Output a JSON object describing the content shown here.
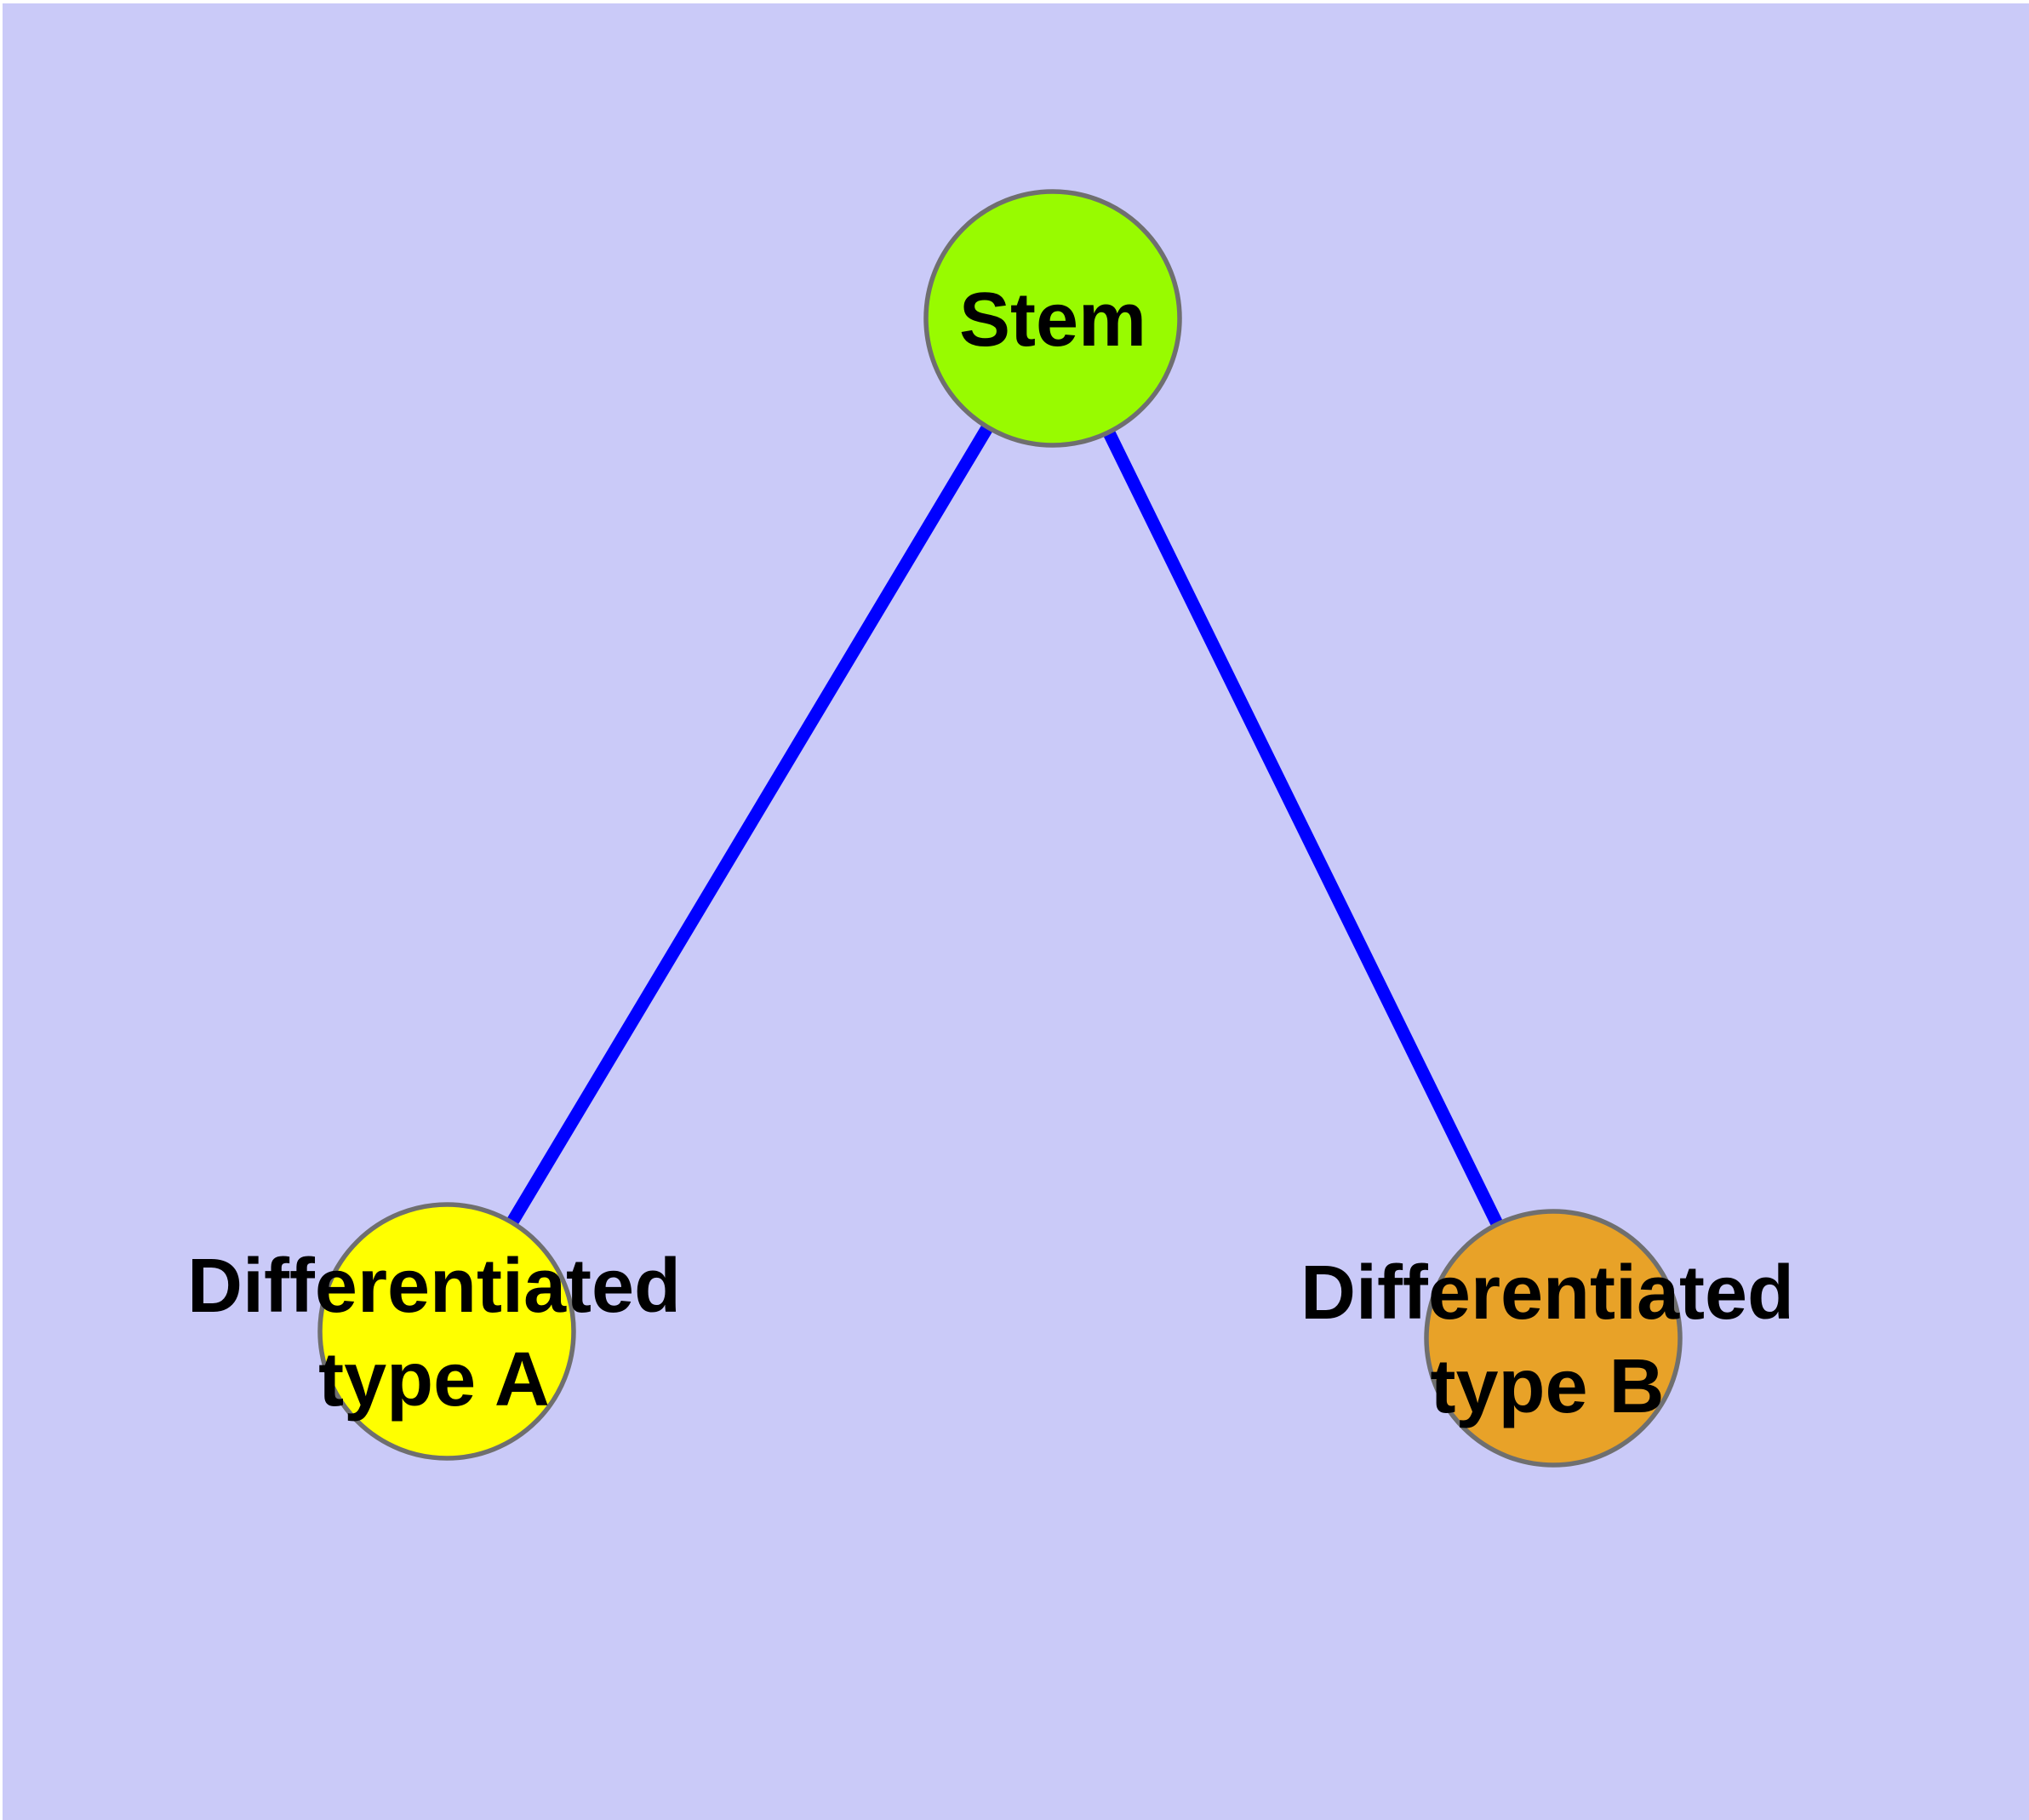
{
  "diagram": {
    "background_color": "#CACAF8",
    "edge_color": "#0000FF",
    "node_border_color": "#6F6F6F",
    "text_color": "#000000",
    "nodes": {
      "stem": {
        "label": "Stem",
        "fill": "#98FB00"
      },
      "type_a": {
        "label_line1": "Differentiated",
        "label_line2": "type A",
        "fill": "#FFFF00"
      },
      "type_b": {
        "label_line1": "Differentiated",
        "label_line2": "type B",
        "fill": "#E8A228"
      }
    },
    "edges": [
      {
        "from": "Stem",
        "to": "Differentiated type A"
      },
      {
        "from": "Stem",
        "to": "Differentiated type B"
      }
    ]
  }
}
